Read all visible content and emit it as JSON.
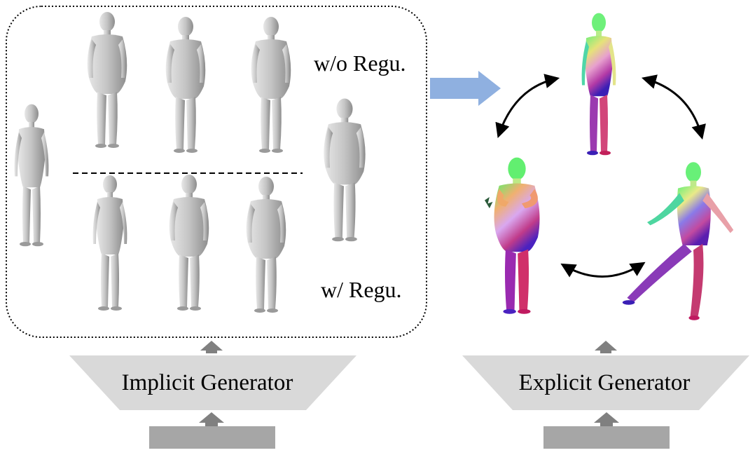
{
  "implicit_panel": {
    "label_without": "w/o Regu.",
    "label_with": "w/ Regu."
  },
  "implicit_generator": {
    "label": "Implicit Generator"
  },
  "explicit_generator": {
    "label": "Explicit Generator"
  },
  "colors": {
    "gray_body": "#c9c9c9",
    "gray_shade": "#9e9e9e",
    "trapezoid": "#d9d9d9",
    "input_bar": "#a6a6a6",
    "small_arrow": "#808080",
    "blue_arrow": "#8fb0e0"
  }
}
